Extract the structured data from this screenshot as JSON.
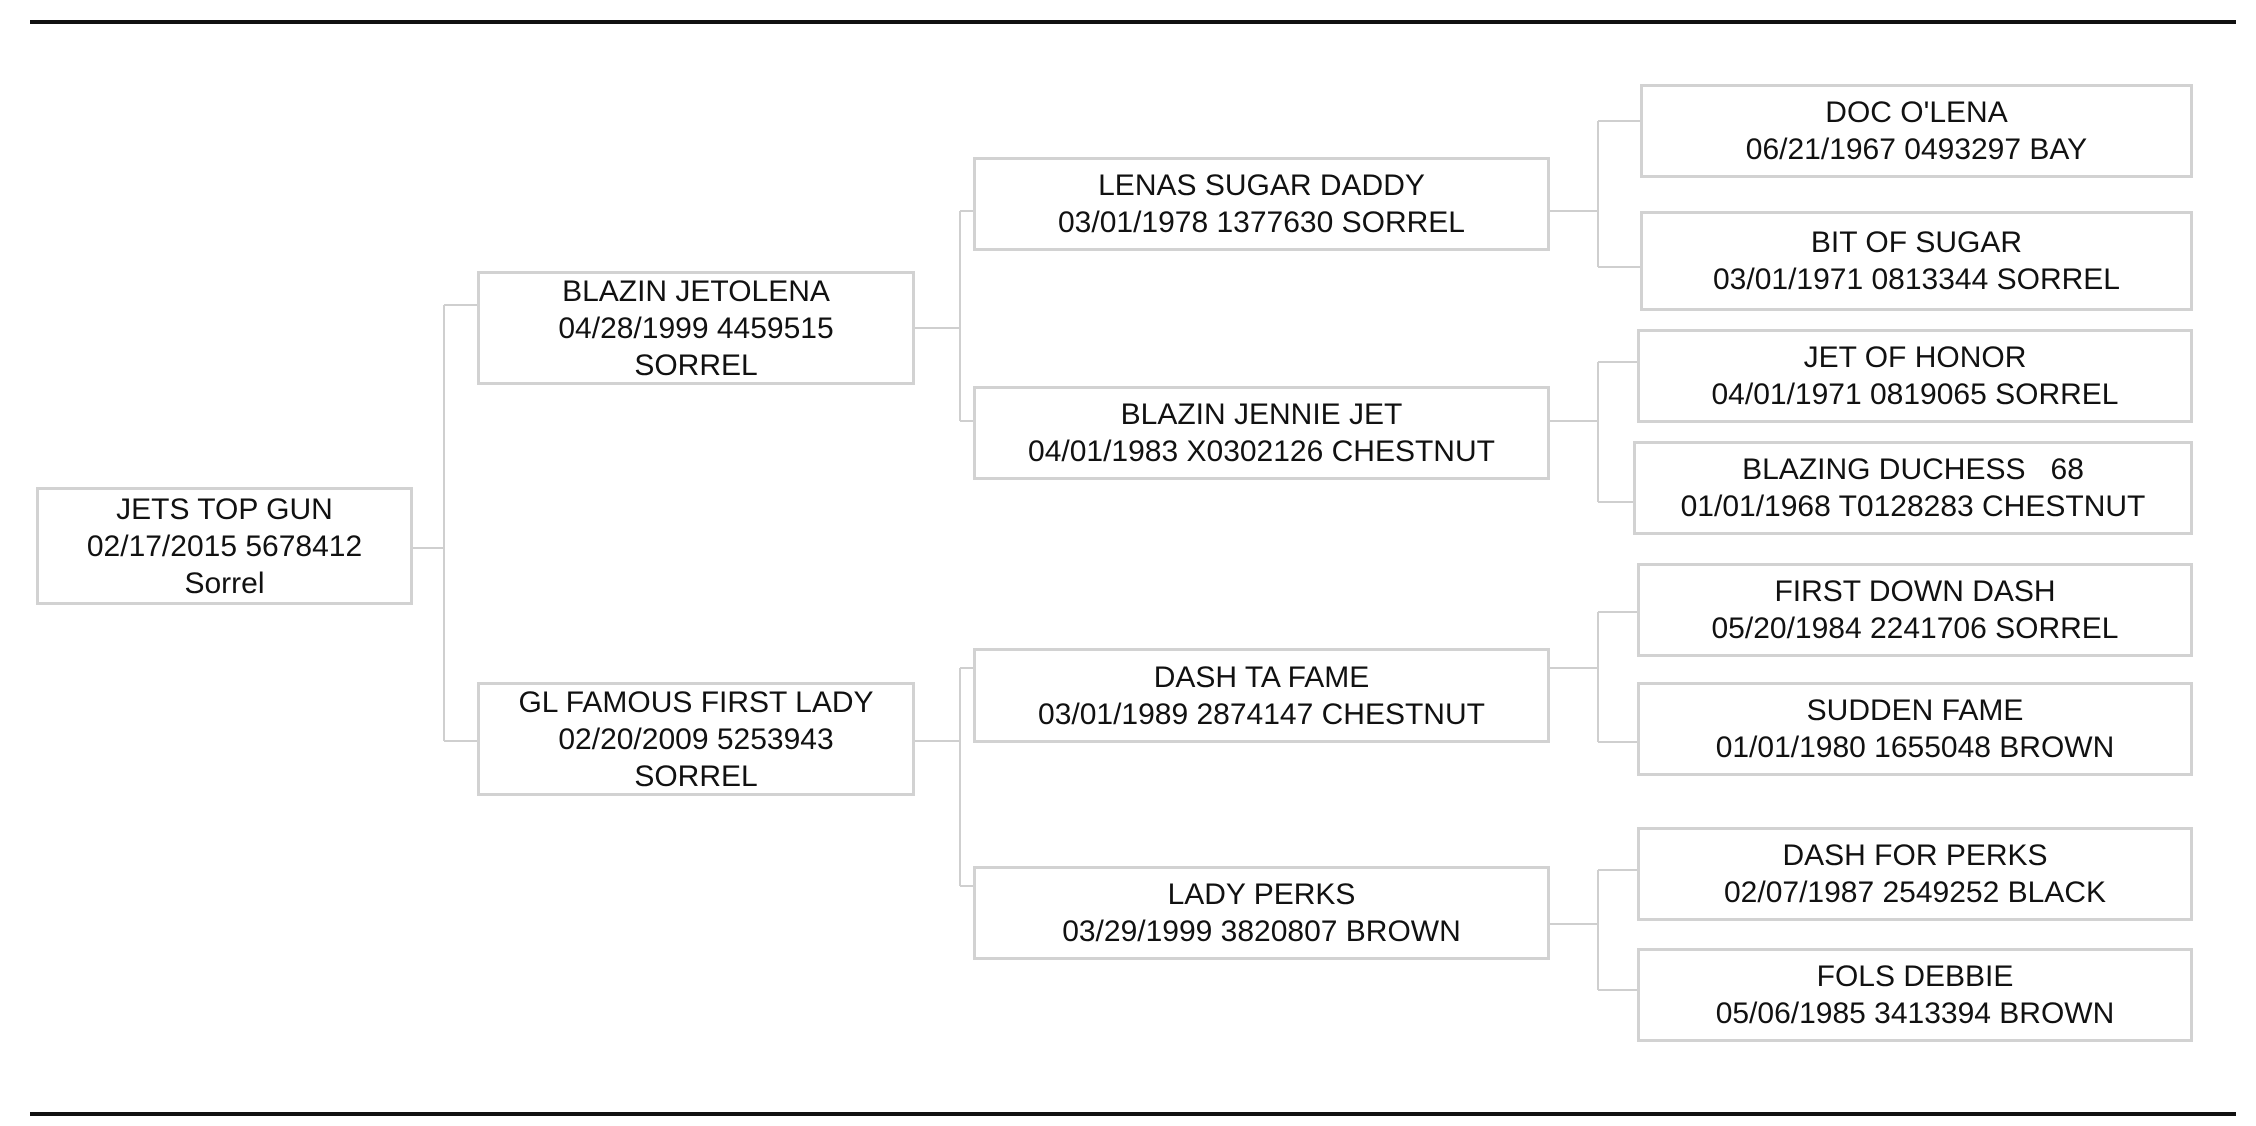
{
  "pedigree": {
    "subject": {
      "name": "JETS TOP GUN",
      "details": "02/17/2015 5678412",
      "color": "Sorrel"
    },
    "sire": {
      "name": "BLAZIN JETOLENA",
      "details": "04/28/1999 4459515",
      "color": "SORREL"
    },
    "dam": {
      "name": "GL FAMOUS FIRST LADY",
      "details": "02/20/2009 5253943",
      "color": "SORREL"
    },
    "sire_sire": {
      "name": "LENAS SUGAR DADDY",
      "details": "03/01/1978 1377630 SORREL"
    },
    "sire_dam": {
      "name": "BLAZIN JENNIE JET",
      "details": "04/01/1983 X0302126 CHESTNUT"
    },
    "dam_sire": {
      "name": "DASH TA FAME",
      "details": "03/01/1989 2874147 CHESTNUT"
    },
    "dam_dam": {
      "name": "LADY PERKS",
      "details": "03/29/1999 3820807 BROWN"
    },
    "great_grandparents": [
      {
        "name": "DOC O'LENA",
        "details": "06/21/1967 0493297 BAY"
      },
      {
        "name": "BIT OF SUGAR",
        "details": "03/01/1971 0813344 SORREL"
      },
      {
        "name": "JET OF HONOR",
        "details": "04/01/1971 0819065 SORREL"
      },
      {
        "name": "BLAZING DUCHESS   68",
        "details": "01/01/1968 T0128283 CHESTNUT"
      },
      {
        "name": "FIRST DOWN DASH",
        "details": "05/20/1984 2241706 SORREL"
      },
      {
        "name": "SUDDEN FAME",
        "details": "01/01/1980 1655048 BROWN"
      },
      {
        "name": "DASH FOR PERKS",
        "details": "02/07/1987 2549252 BLACK"
      },
      {
        "name": "FOLS DEBBIE",
        "details": "05/06/1985 3413394 BROWN"
      }
    ]
  }
}
